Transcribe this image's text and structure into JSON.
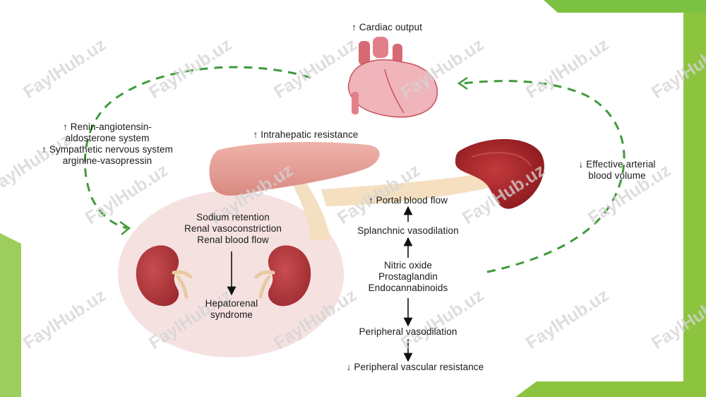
{
  "diagram": {
    "cardiac_output": "↑ Cardiac output",
    "intrahepatic_resistance": "↑ Intrahepatic resistance",
    "neurohormonal": {
      "line1": "↑ Renin-angiotensin-",
      "line2": "aldosterone system",
      "line3": "↑ Sympathetic nervous system",
      "line4": "arginine-vasopressin"
    },
    "arterial_volume": {
      "line1": "↓ Effective arterial",
      "line2": "blood volume"
    },
    "renal": {
      "line1": "Sodium retention",
      "line2": "Renal vasoconstriction",
      "line3": "Renal blood flow",
      "outcome1": "Hepatorenal",
      "outcome2": "syndrome"
    },
    "portal_flow": "↑ Portal blood flow",
    "splanchnic": "Splanchnic vasodilation",
    "mediators": {
      "line1": "Nitric oxide",
      "line2": "Prostaglandin",
      "line3": "Endocannabinoids"
    },
    "peripheral_vasodilation": "Peripheral vasodilation",
    "peripheral_resistance": "↓ Peripheral vascular resistance"
  },
  "watermark": "FaylHub.uz",
  "colors": {
    "accent_green": "#7cc242",
    "dashed_arrow": "#3f9a3a",
    "heart": "#f0b4bb",
    "liver": "#e6a39a",
    "spleen": "#9c1f24",
    "kidney_circle": "#f6e1e1",
    "vessel": "#f5dfc1"
  }
}
